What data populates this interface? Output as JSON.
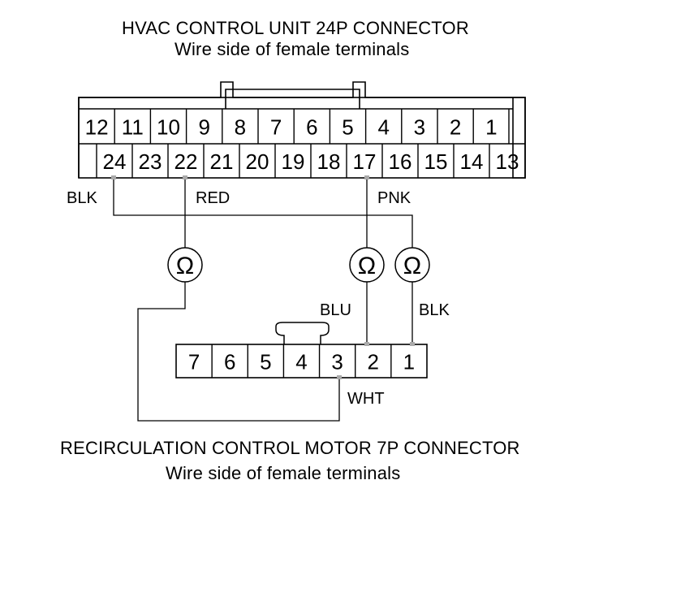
{
  "hvac_connector": {
    "title": "HVAC CONTROL UNIT 24P CONNECTOR",
    "subtitle": "Wire side of female terminals",
    "top_row": [
      "12",
      "11",
      "10",
      "9",
      "8",
      "7",
      "6",
      "5",
      "4",
      "3",
      "2",
      "1"
    ],
    "bottom_row": [
      "24",
      "23",
      "22",
      "21",
      "20",
      "19",
      "18",
      "17",
      "16",
      "15",
      "14",
      "13"
    ]
  },
  "motor_connector": {
    "title": "RECIRCULATION CONTROL MOTOR 7P CONNECTOR",
    "subtitle": "Wire side of female terminals",
    "terminals": [
      "7",
      "6",
      "5",
      "4",
      "3",
      "2",
      "1"
    ]
  },
  "wire_labels": {
    "hvac_24": "BLK",
    "hvac_22": "RED",
    "hvac_17": "PNK",
    "motor_2": "BLU",
    "motor_1": "BLK",
    "motor_3": "WHT"
  },
  "ohmmeter_symbol": "Ω"
}
